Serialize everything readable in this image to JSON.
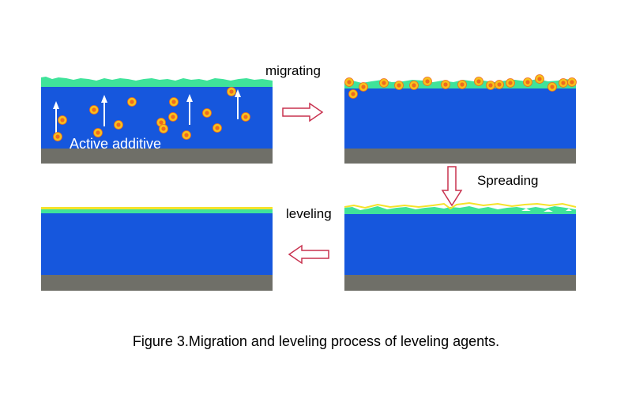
{
  "labels": {
    "migrating": "migrating",
    "spreading": "Spreading",
    "leveling": "leveling",
    "active_additive": "Active additive"
  },
  "caption": "Figure 3.Migration and leveling process of leveling agents.",
  "colors": {
    "background": "#ffffff",
    "coating": "#1657dd",
    "substrate": "#6f6f68",
    "wet_film_surface": "#3fe39a",
    "additive_outer": "#f7c21b",
    "additive_inner": "#ef6a1f",
    "leveled_top_line": "#f5e32a",
    "arrow_outline": "#c8324f"
  },
  "icons": {
    "particle": "active-additive-particle-icon",
    "upward_arrow": "upward-white-arrow-icon",
    "process_arrow": "hollow-process-arrow-icon"
  }
}
